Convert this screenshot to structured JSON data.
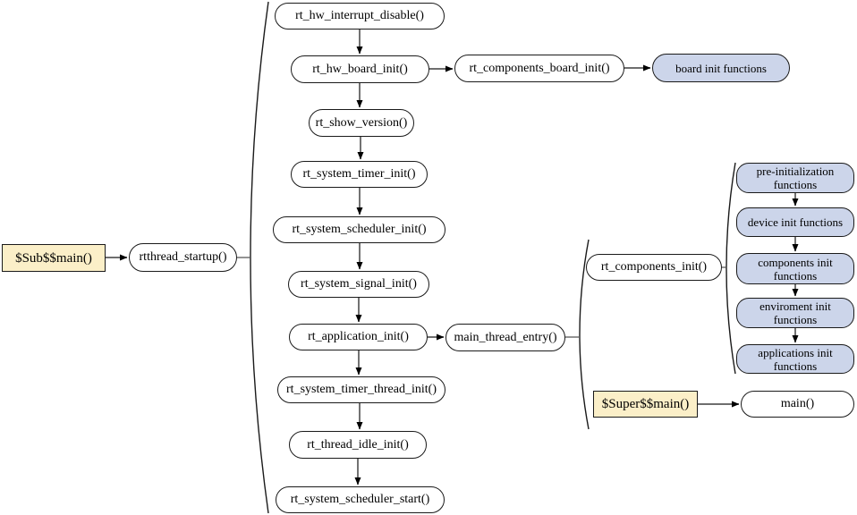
{
  "diagram": {
    "title_hint": "RT-Thread startup sequence flowchart",
    "nodes": {
      "sub_main": "$Sub$$main()",
      "rtthread_startup": "rtthread_startup()",
      "rt_hw_interrupt_disable": "rt_hw_interrupt_disable()",
      "rt_hw_board_init": "rt_hw_board_init()",
      "rt_components_board_init": "rt_components_board_init()",
      "board_init_functions": "board init functions",
      "rt_show_version": "rt_show_version()",
      "rt_system_timer_init": "rt_system_timer_init()",
      "rt_system_scheduler_init": "rt_system_scheduler_init()",
      "rt_system_signal_init": "rt_system_signal_init()",
      "rt_application_init": "rt_application_init()",
      "main_thread_entry": "main_thread_entry()",
      "rt_components_init": "rt_components_init()",
      "pre_initialization_functions": "pre-initialization functions",
      "device_init_functions": "device init functions",
      "components_init_functions": "components init functions",
      "enviroment_init_functions": "enviroment init functions",
      "applications_init_functions": "applications init functions",
      "super_main": "$Super$$main()",
      "main": "main()",
      "rt_system_timer_thread_init": "rt_system_timer_thread_init()",
      "rt_thread_idle_init": "rt_thread_idle_init()",
      "rt_system_scheduler_start": "rt_system_scheduler_start()"
    },
    "edges": [
      {
        "from": "sub_main",
        "to": "rtthread_startup",
        "type": "arrow"
      },
      {
        "from": "rtthread_startup",
        "to": "startup-sequence-brace",
        "type": "line"
      },
      {
        "from": "rt_hw_interrupt_disable",
        "to": "rt_hw_board_init",
        "type": "arrow"
      },
      {
        "from": "rt_hw_board_init",
        "to": "rt_components_board_init",
        "type": "arrow"
      },
      {
        "from": "rt_components_board_init",
        "to": "board_init_functions",
        "type": "arrow"
      },
      {
        "from": "rt_hw_board_init",
        "to": "rt_show_version",
        "type": "arrow"
      },
      {
        "from": "rt_show_version",
        "to": "rt_system_timer_init",
        "type": "arrow"
      },
      {
        "from": "rt_system_timer_init",
        "to": "rt_system_scheduler_init",
        "type": "arrow"
      },
      {
        "from": "rt_system_scheduler_init",
        "to": "rt_system_signal_init",
        "type": "arrow"
      },
      {
        "from": "rt_system_signal_init",
        "to": "rt_application_init",
        "type": "arrow"
      },
      {
        "from": "rt_application_init",
        "to": "main_thread_entry",
        "type": "arrow"
      },
      {
        "from": "main_thread_entry",
        "to": "main-thread-brace",
        "type": "line"
      },
      {
        "from": "rt_components_init",
        "to": "components-init-brace",
        "type": "line"
      },
      {
        "from": "pre_initialization_functions",
        "to": "device_init_functions",
        "type": "arrow"
      },
      {
        "from": "device_init_functions",
        "to": "components_init_functions",
        "type": "arrow"
      },
      {
        "from": "components_init_functions",
        "to": "enviroment_init_functions",
        "type": "arrow"
      },
      {
        "from": "enviroment_init_functions",
        "to": "applications_init_functions",
        "type": "arrow"
      },
      {
        "from": "super_main",
        "to": "main",
        "type": "arrow"
      },
      {
        "from": "rt_application_init",
        "to": "rt_system_timer_thread_init",
        "type": "arrow"
      },
      {
        "from": "rt_system_timer_thread_init",
        "to": "rt_thread_idle_init",
        "type": "arrow"
      },
      {
        "from": "rt_thread_idle_init",
        "to": "rt_system_scheduler_start",
        "type": "arrow"
      }
    ],
    "colors": {
      "yellow_fill": "#fbefc8",
      "blue_fill": "#ccd5ea",
      "white_fill": "#ffffff",
      "border": "#1a1a1a",
      "arrow": "#595959",
      "arrowhead": "#000000"
    }
  }
}
